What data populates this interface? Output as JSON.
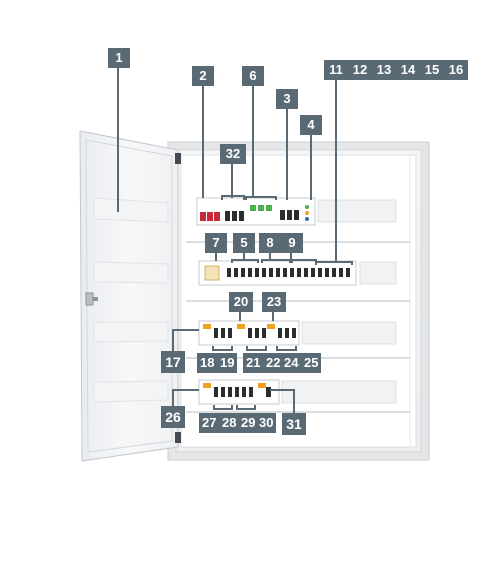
{
  "labels": {
    "l1": "1",
    "l2": "2",
    "l3": "3",
    "l4": "4",
    "l5": "5",
    "l6": "6",
    "l7": "7",
    "l8": "8",
    "l9": "9",
    "l11": "11",
    "l12": "12",
    "l13": "13",
    "l14": "14",
    "l15": "15",
    "l16": "16",
    "l17": "17",
    "l18": "18",
    "l19": "19",
    "l20": "20",
    "l21": "21",
    "l22": "22",
    "l23": "23",
    "l24": "24",
    "l25": "25",
    "l26": "26",
    "l27": "27",
    "l28": "28",
    "l29": "29",
    "l30": "30",
    "l31": "31",
    "l32": "32"
  },
  "colors": {
    "label_bg": "#5a6a74",
    "breaker_red": "#c8283a",
    "indicator_green": "#4caf50",
    "indicator_orange": "#f0a020",
    "indicator_blue": "#2f6fb0",
    "leader_line": "#5a6a74"
  }
}
